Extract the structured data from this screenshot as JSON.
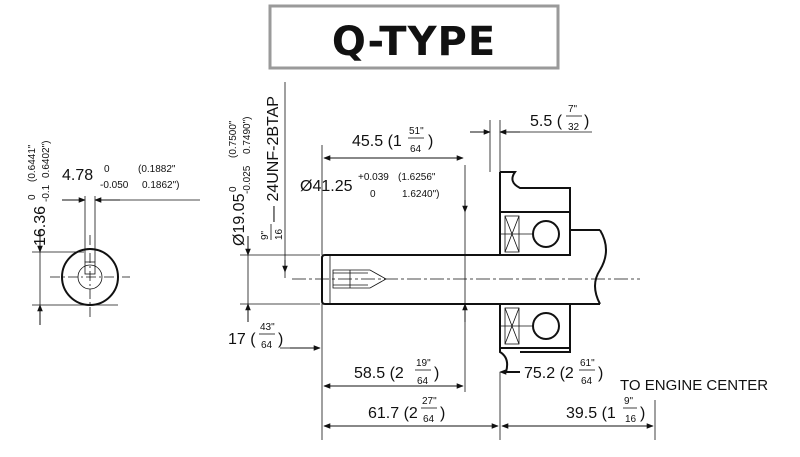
{
  "title": "Q-TYPE",
  "side_view": {
    "key_dim": {
      "nominal": "4.78",
      "tol_upper": "0",
      "tol_lower": "-0.050",
      "in_upper": "(0.1882\"",
      "in_lower": "0.1862\")"
    },
    "height_dim": {
      "nominal": "16.36",
      "tol_upper": "0",
      "tol_lower": "-0.1",
      "in_upper": "(0.6441\"",
      "in_lower": "0.6402\")"
    }
  },
  "shaft_view": {
    "shaft_dia": {
      "nominal": "Ø19.05",
      "tol_upper": "0",
      "tol_lower": "-0.025",
      "in_upper": "(0.7500\"",
      "in_lower": "0.7490\")"
    },
    "thread": {
      "frac_num": "9\"",
      "frac_den": "16",
      "text": "— 24UNF-2BTAP"
    },
    "dia_41": {
      "nominal": "Ø41.25",
      "tol_upper": "+0.039",
      "tol_lower": "0",
      "in_upper": "(1.6256\"",
      "in_lower": "1.6240\")"
    },
    "dim_45_5": {
      "value": "45.5 (1",
      "frac_num": "51\"",
      "frac_den": "64",
      "close": ")"
    },
    "dim_5_5": {
      "value": "5.5 (",
      "frac_num": "7\"",
      "frac_den": "32",
      "close": ")"
    },
    "dim_17": {
      "value": "17 (",
      "frac_num": "43\"",
      "frac_den": "64",
      "close": ")"
    },
    "dim_58_5": {
      "value": "58.5 (2",
      "frac_num": "19\"",
      "frac_den": "64",
      "close": ")"
    },
    "dim_75_2": {
      "value": "75.2 (2",
      "frac_num": "61\"",
      "frac_den": "64",
      "close": ")"
    },
    "engine_center": "TO ENGINE CENTER",
    "dim_61_7": {
      "value": "61.7 (2",
      "frac_num": "27\"",
      "frac_den": "64",
      "close": ")"
    },
    "dim_39_5": {
      "value": "39.5 (1",
      "frac_num": "9\"",
      "frac_den": "16",
      "close": ")"
    }
  }
}
